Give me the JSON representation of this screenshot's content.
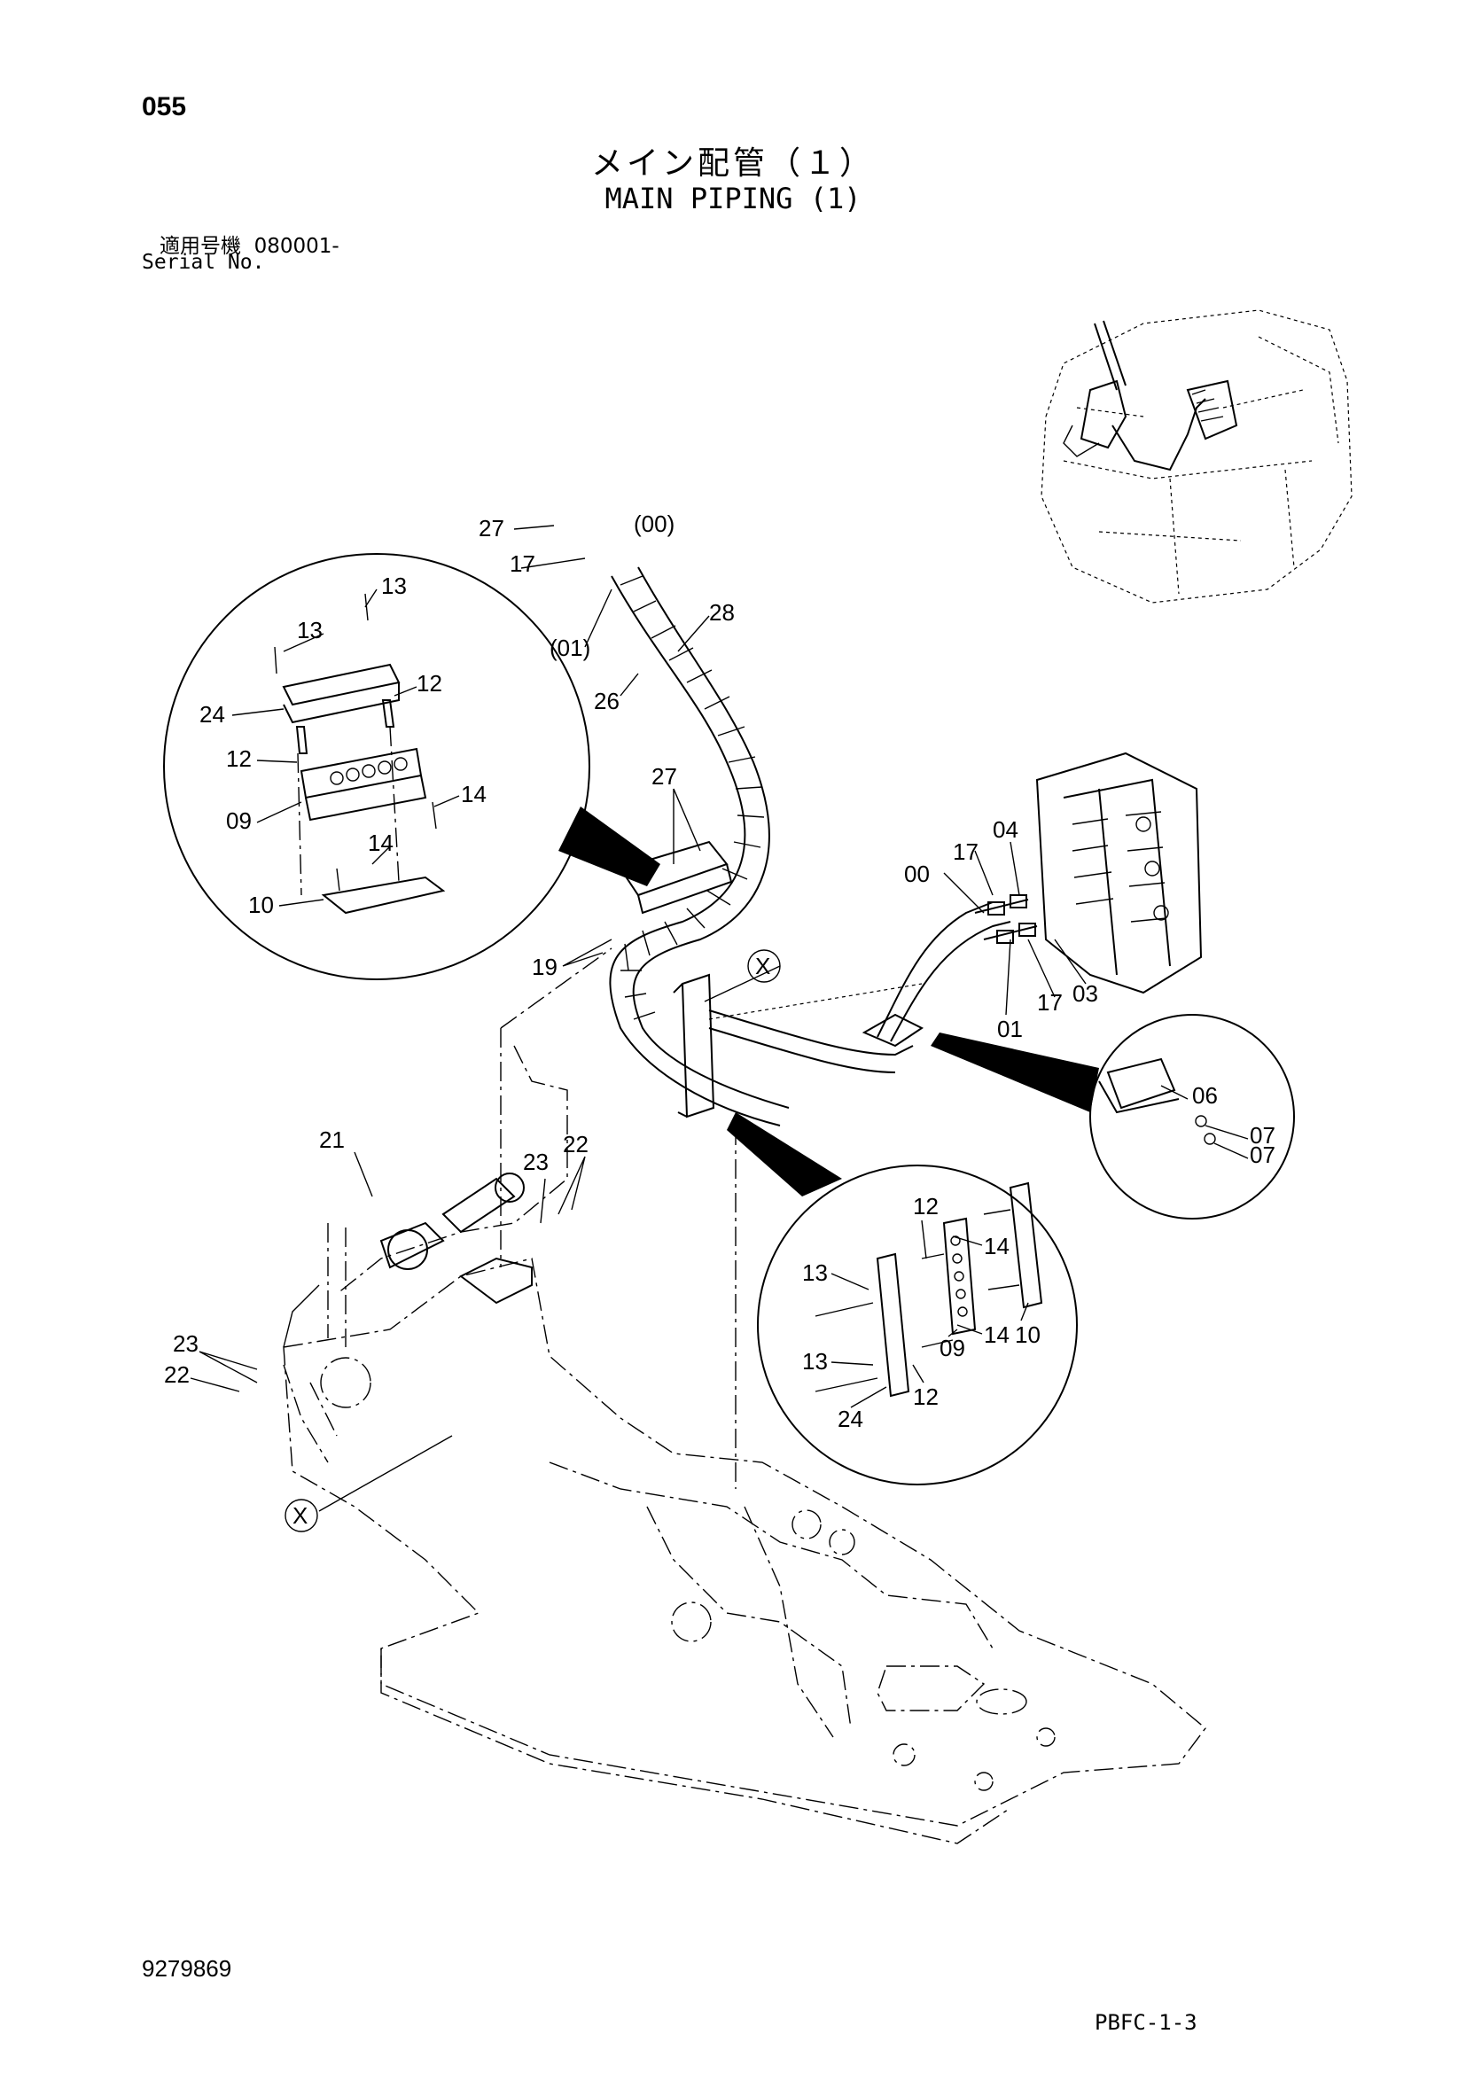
{
  "header": {
    "page_number": "055",
    "title_ja": "メイン配管（１）",
    "title_en": "MAIN PIPING (1)",
    "serial_label_ja": "適用号機",
    "serial_value": "080001-",
    "serial_label_en": "Serial No."
  },
  "footer": {
    "document_number": "9279869",
    "page_code": "PBFC-1-3"
  },
  "callouts": {
    "c27_top": "27",
    "c00_paren": "(00)",
    "c17_top": "17",
    "c01_paren": "(01)",
    "c28": "28",
    "c26": "26",
    "c27_mid": "27",
    "c19": "19",
    "cX_upper": "X",
    "cX_lower": "X",
    "c00_valve": "00",
    "c17_valve_top": "17",
    "c04": "04",
    "c01_valve": "01",
    "c17_valve_bottom": "17",
    "c03": "03",
    "c21": "21",
    "c23_top": "23",
    "c22_top": "22",
    "c23_left": "23",
    "c22_left": "22"
  },
  "detail_left": {
    "c13_a": "13",
    "c13_b": "13",
    "c24": "24",
    "c12_a": "12",
    "c12_b": "12",
    "c09": "09",
    "c14_a": "14",
    "c14_b": "14",
    "c10": "10"
  },
  "detail_right": {
    "c06": "06",
    "c07_a": "07",
    "c07_b": "07"
  },
  "detail_bottom": {
    "c12_a": "12",
    "c13_a": "13",
    "c14_a": "14",
    "c13_b": "13",
    "c14_b": "14",
    "c10": "10",
    "c09": "09",
    "c12_b": "12",
    "c24": "24"
  }
}
